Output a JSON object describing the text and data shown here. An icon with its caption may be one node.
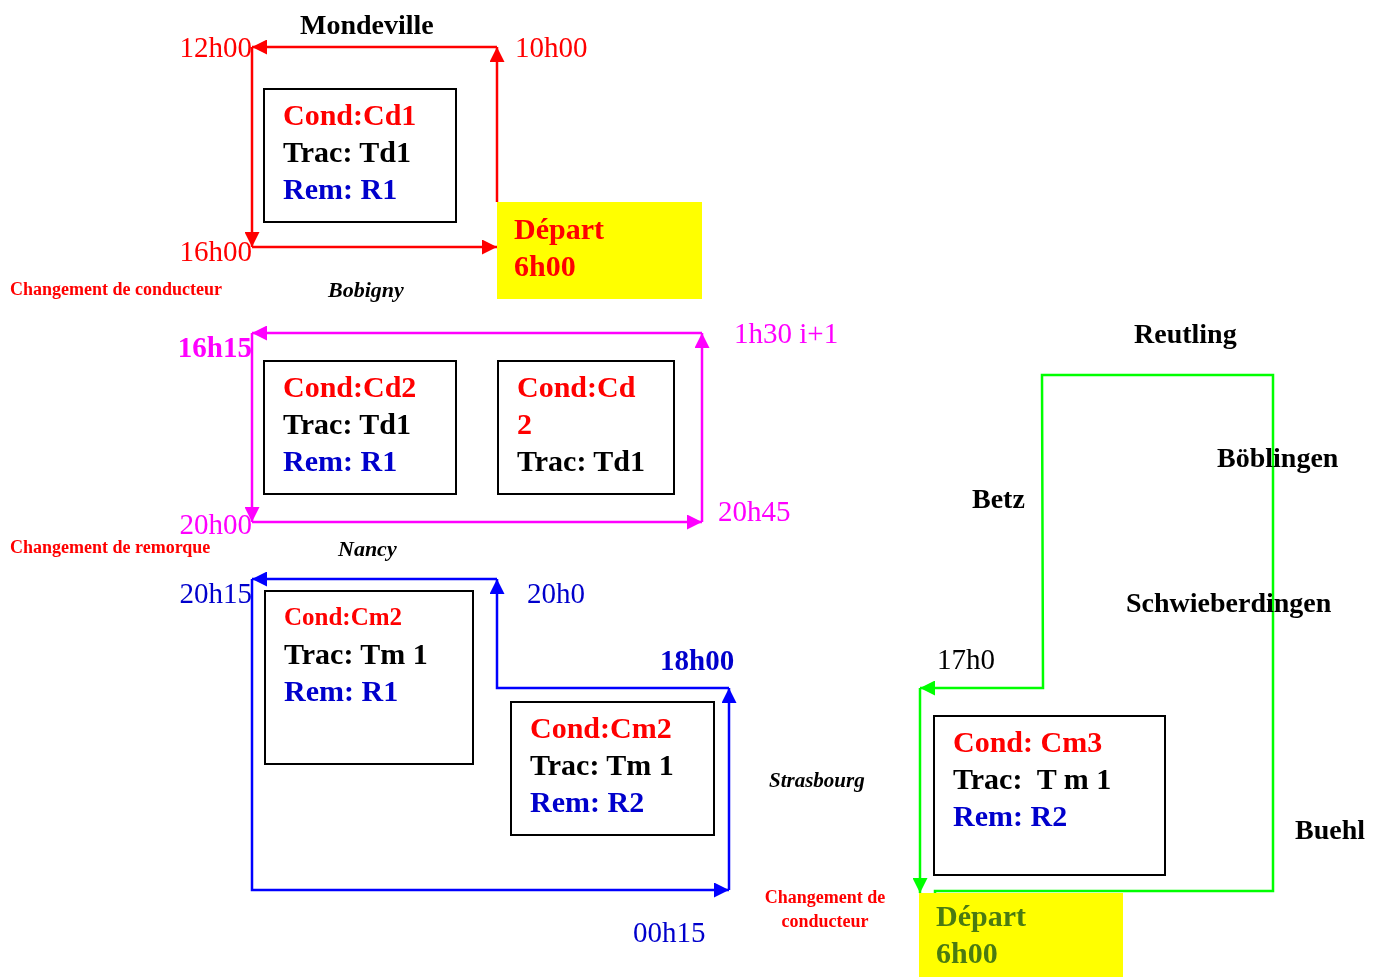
{
  "diagram": {
    "nodes": [
      {
        "text": [
          "Départ",
          "6h00"
        ]
      },
      {
        "text": [
          "10h00"
        ]
      },
      {
        "text": [
          "12h00"
        ]
      },
      {
        "text": [
          "16h00"
        ]
      },
      {
        "text": [
          "Cond:Cd1",
          "Trac: Td1",
          "Rem: R1"
        ]
      },
      {
        "text": [
          "16h15"
        ]
      },
      {
        "text": [
          "1h30 i+1"
        ]
      },
      {
        "text": [
          "20h00"
        ]
      },
      {
        "text": [
          "20h45"
        ]
      },
      {
        "text": [
          "Cond:Cd2",
          "Trac: Td1",
          "Rem: R1"
        ]
      },
      {
        "text": [
          "Cond:Cd 2",
          "Trac: Td1"
        ]
      },
      {
        "text": [
          "20h15"
        ]
      },
      {
        "text": [
          "20h0"
        ]
      },
      {
        "text": [
          "18h00"
        ]
      },
      {
        "text": [
          "00h15"
        ]
      },
      {
        "text": [
          "Cond:Cm2",
          "Trac: Tm 1",
          "Rem: R1"
        ]
      },
      {
        "text": [
          "Cond:Cm2",
          "Trac: Tm 1",
          "Rem: R2"
        ]
      },
      {
        "text": [
          "Départ",
          "6h00"
        ]
      },
      {
        "text": [
          "17h0"
        ]
      },
      {
        "text": [
          "Cond: Cm3",
          "Trac:  T m 1",
          "Rem: R2"
        ]
      }
    ],
    "edges": [
      {
        "from": 0,
        "to": 1,
        "arrow": "to",
        "color": "#ff0000"
      },
      {
        "from": 1,
        "to": 2,
        "arrow": "to",
        "color": "#ff0000"
      },
      {
        "from": 2,
        "to": 3,
        "arrow": "to",
        "color": "#ff0000"
      },
      {
        "from": 3,
        "to": 0,
        "arrow": "to",
        "color": "#ff0000"
      },
      {
        "from": 8,
        "to": 6,
        "arrow": "to",
        "color": "#ff00ff"
      },
      {
        "from": 6,
        "to": 5,
        "arrow": "to",
        "color": "#ff00ff"
      },
      {
        "from": 5,
        "to": 7,
        "arrow": "to",
        "color": "#ff00ff"
      },
      {
        "from": 7,
        "to": 8,
        "arrow": "to",
        "color": "#ff00ff"
      },
      {
        "from": 14,
        "to": 13,
        "arrow": "to",
        "color": "#0000ff"
      },
      {
        "from": 13,
        "to": 12,
        "arrow": "to",
        "color": "#0000ff"
      },
      {
        "from": 12,
        "to": 11,
        "arrow": "to",
        "color": "#0000ff"
      },
      {
        "from": 11,
        "to": 14,
        "arrow": "to",
        "color": "#0000ff"
      },
      {
        "from": 17,
        "to": 18,
        "arrow": "to",
        "color": "#00ff00"
      },
      {
        "from": 18,
        "to": 17,
        "arrow": "to",
        "color": "#00ff00"
      }
    ],
    "labels": [
      "Mondeville",
      "Changement de conducteur",
      "Bobigny",
      "Changement de remorque",
      "Nancy",
      "Strasbourg",
      "Changement de conducteur",
      "Reutling",
      "Böblingen",
      "Betz",
      "Schwieberdingen",
      "Buehl"
    ]
  }
}
